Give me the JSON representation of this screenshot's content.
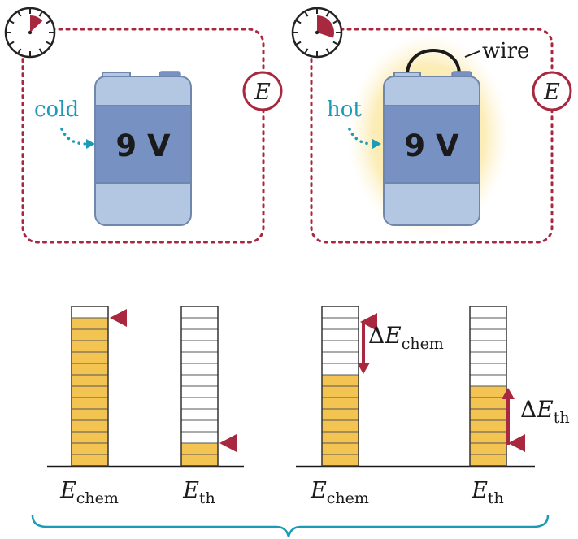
{
  "colors": {
    "crimson": "#a8283f",
    "teal": "#1b9bb8",
    "battery_light": "#b3c7e3",
    "battery_mid": "#7891c3",
    "battery_outline": "#6f86ad",
    "fill": "#f4c452",
    "glow": "#fbe9a8"
  },
  "scenes": {
    "left": {
      "battery_label": "9 V",
      "side_label": "cold",
      "system_label": "E",
      "clock_fraction": 0.13,
      "wire": false
    },
    "right": {
      "battery_label": "9 V",
      "side_label": "hot",
      "system_label": "E",
      "clock_fraction": 0.3,
      "wire": true,
      "wire_label": "wire"
    }
  },
  "bar_graphs": {
    "segments_per_bar": 14,
    "left": [
      {
        "var": "E",
        "sub": "chem",
        "level_segments": 13
      },
      {
        "var": "E",
        "sub": "th",
        "level_segments": 2
      }
    ],
    "right": [
      {
        "var": "E",
        "sub": "chem",
        "level_segments": 8,
        "delta": {
          "sym": "Δ",
          "var": "E",
          "sub": "chem"
        }
      },
      {
        "var": "E",
        "sub": "th",
        "level_segments": 7,
        "delta": {
          "sym": "Δ",
          "var": "E",
          "sub": "th"
        }
      }
    ]
  }
}
